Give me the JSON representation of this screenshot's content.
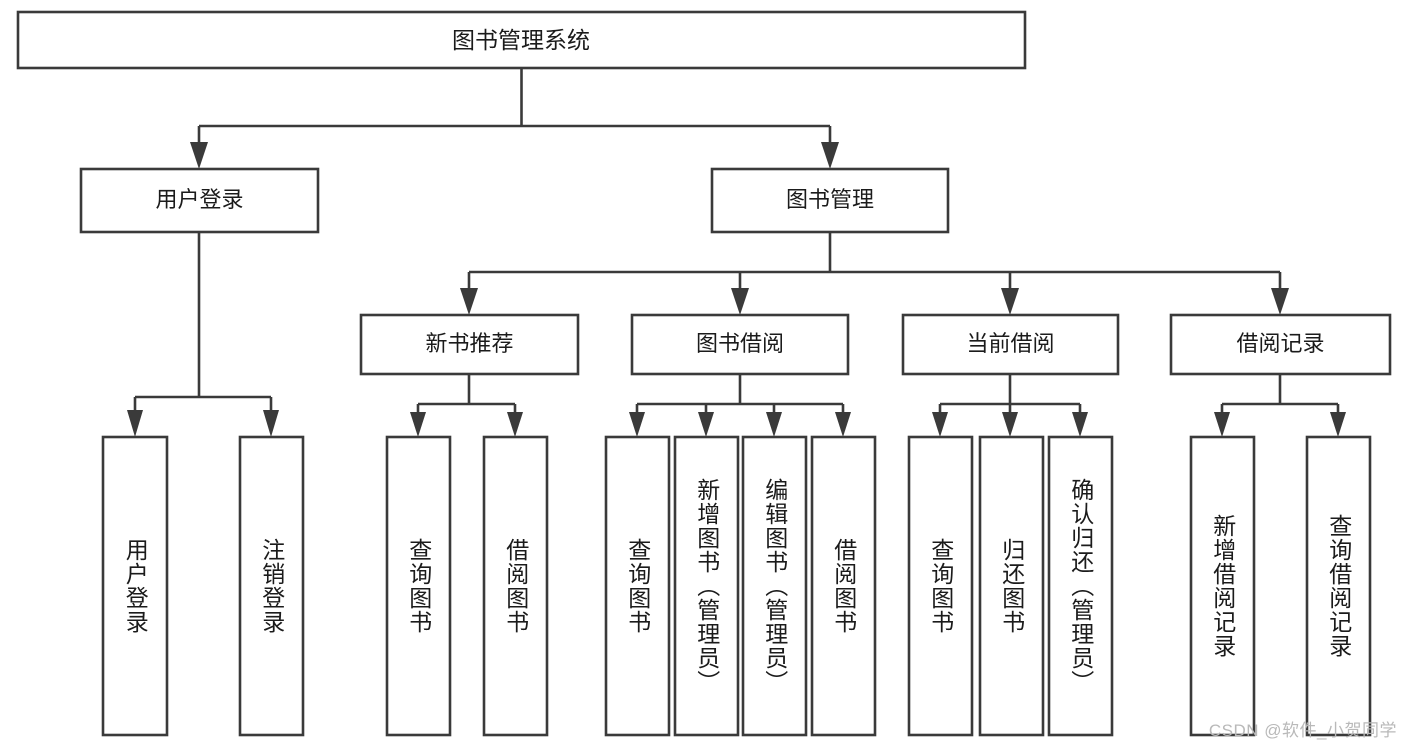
{
  "diagram": {
    "type": "tree",
    "title_node": {
      "label": "图书管理系统"
    },
    "level2": [
      {
        "label": "用户登录"
      },
      {
        "label": "图书管理"
      }
    ],
    "level3": [
      {
        "label": "新书推荐"
      },
      {
        "label": "图书借阅"
      },
      {
        "label": "当前借阅"
      },
      {
        "label": "借阅记录"
      }
    ],
    "leaves": {
      "user_login": [
        {
          "label": "用户登录"
        },
        {
          "label": "注销登录"
        }
      ],
      "new_book": [
        {
          "label": "查询图书"
        },
        {
          "label": "借阅图书"
        }
      ],
      "book_borrow": [
        {
          "label": "查询图书"
        },
        {
          "label": "新增图书（管理员）"
        },
        {
          "label": "编辑图书（管理员）"
        },
        {
          "label": "借阅图书"
        }
      ],
      "current_borrow": [
        {
          "label": "查询图书"
        },
        {
          "label": "归还图书"
        },
        {
          "label": "确认归还（管理员）"
        }
      ],
      "borrow_record": [
        {
          "label": "新增借阅记录"
        },
        {
          "label": "查询借阅记录"
        }
      ]
    }
  },
  "watermark": {
    "text": "CSDN @软件_小贺同学"
  },
  "colors": {
    "stroke": "#3a3a3a",
    "box_fill": "#ffffff",
    "text": "#1b1b1b",
    "watermark": "#b9b9b9",
    "background": "#ffffff"
  }
}
